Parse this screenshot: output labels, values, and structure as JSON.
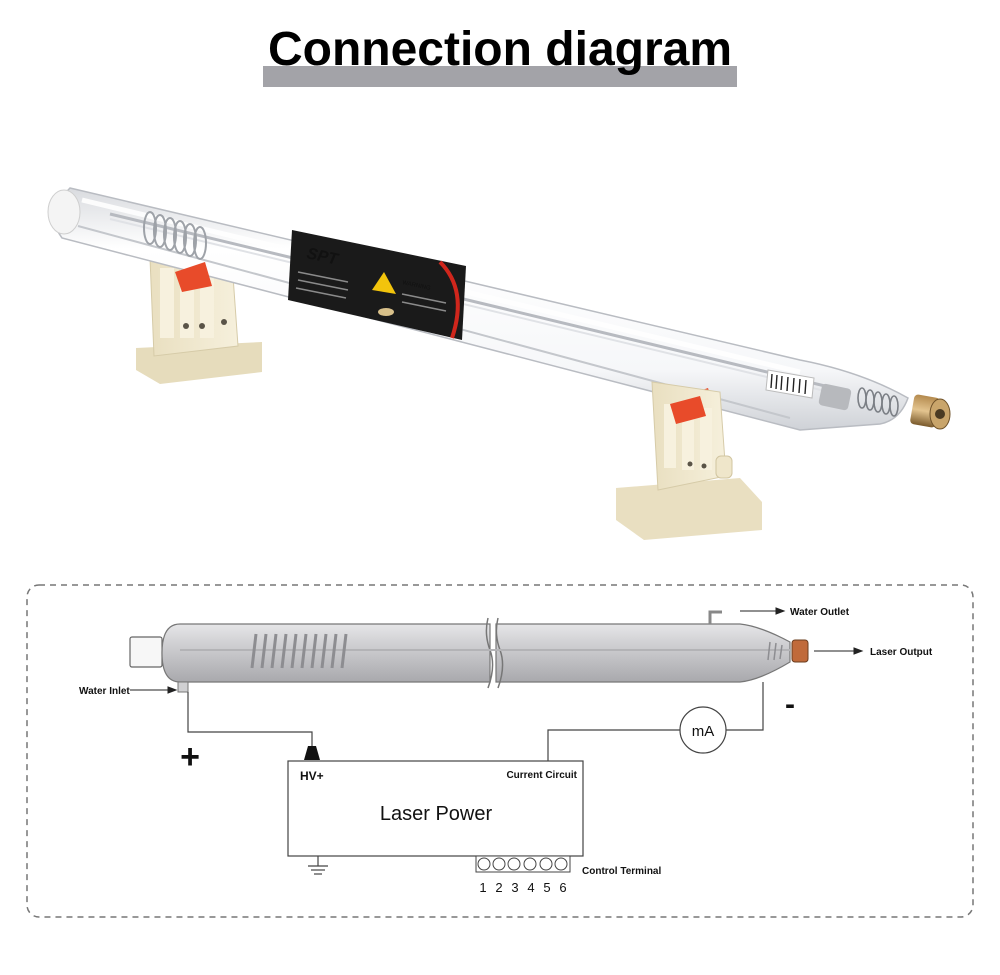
{
  "header": {
    "title": "Connection diagram"
  },
  "photo": {
    "brand": "SPT",
    "label_text": "WARNING"
  },
  "diagram": {
    "water_outlet": "Water Outlet",
    "laser_output": "Laser Output",
    "water_inlet": "Water Inlet",
    "plus_sign": "+",
    "minus_sign": "-",
    "meter_unit": "mA",
    "hv_plus": "HV+",
    "current_circuit": "Current Circuit",
    "laser_power": "Laser Power",
    "control_terminal": "Control Terminal",
    "terminal_numbers": [
      "1",
      "2",
      "3",
      "4",
      "5",
      "6"
    ]
  },
  "colors": {
    "label_bg": "#1a1a1a",
    "label_accent": "#d0261c",
    "holder": "#f1e9cf",
    "tube_diagram": "#c9c9cc",
    "title_underline": "#a3a3a8"
  }
}
